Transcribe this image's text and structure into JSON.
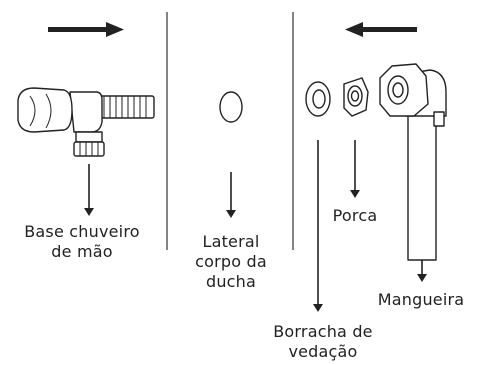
{
  "colors": {
    "ink": "#222222",
    "part_fill": "#ffffff",
    "divider": "#333333"
  },
  "labels": {
    "base": {
      "line1": "Base chuveiro",
      "line2": "de mão"
    },
    "lateral": {
      "line1": "Lateral",
      "line2": "corpo da",
      "line3": "ducha"
    },
    "porca": {
      "line1": "Porca"
    },
    "mangueira": {
      "line1": "Mangueira"
    },
    "borracha": {
      "line1": "Borracha de",
      "line2": "vedação"
    }
  },
  "icons": {
    "arrow_right": "right-arrow-icon",
    "arrow_left": "left-arrow-icon",
    "base_part": "shower-base-icon",
    "lateral_part": "lateral-body-icon",
    "washer_part": "sealing-washer-icon",
    "nut_part": "nut-icon",
    "hose_part": "hose-icon"
  }
}
